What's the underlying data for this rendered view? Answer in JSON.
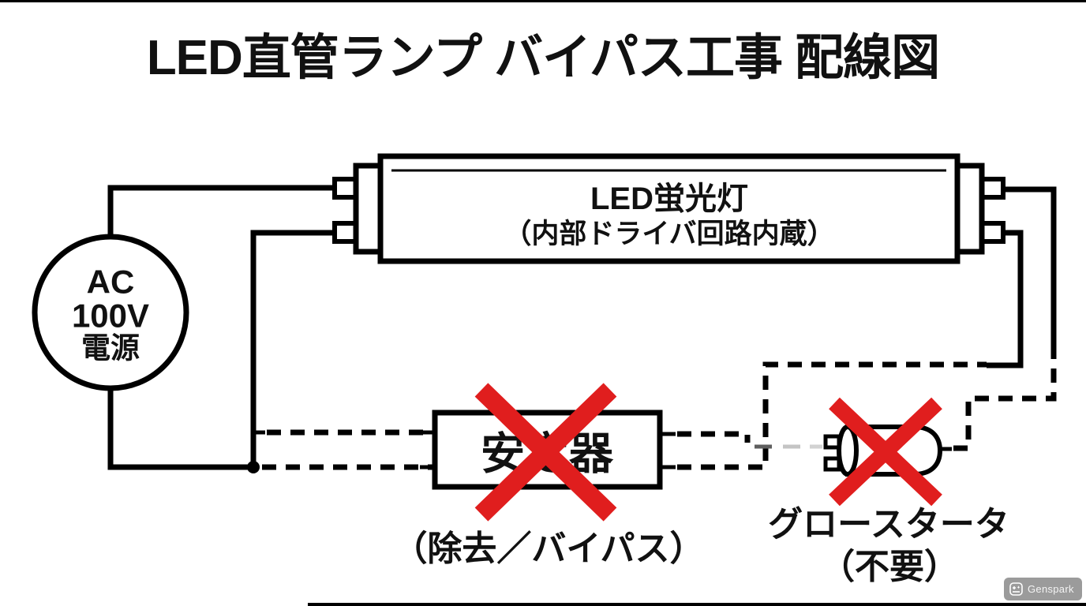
{
  "title": "LED直管ランプ バイパス工事 配線図",
  "power_source": {
    "line1": "AC",
    "line2": "100V",
    "line3": "電源"
  },
  "led_tube": {
    "name": "LED蛍光灯",
    "subtitle": "（内部ドライバ回路内蔵）"
  },
  "ballast": {
    "label": "安定器",
    "note": "（除去／バイパス）"
  },
  "glow_starter": {
    "label": "グロースタータ",
    "note": "（不要）"
  },
  "watermark": {
    "label": "Genspark"
  },
  "colors": {
    "line": "#000000",
    "cross": "#e01e1e",
    "badge_bg": "#9b9b9b",
    "faded_dash_dark": "#5f5f5f",
    "faded_dash_mid": "#c4c4c4",
    "faded_dash_light": "#d2d2d2"
  }
}
